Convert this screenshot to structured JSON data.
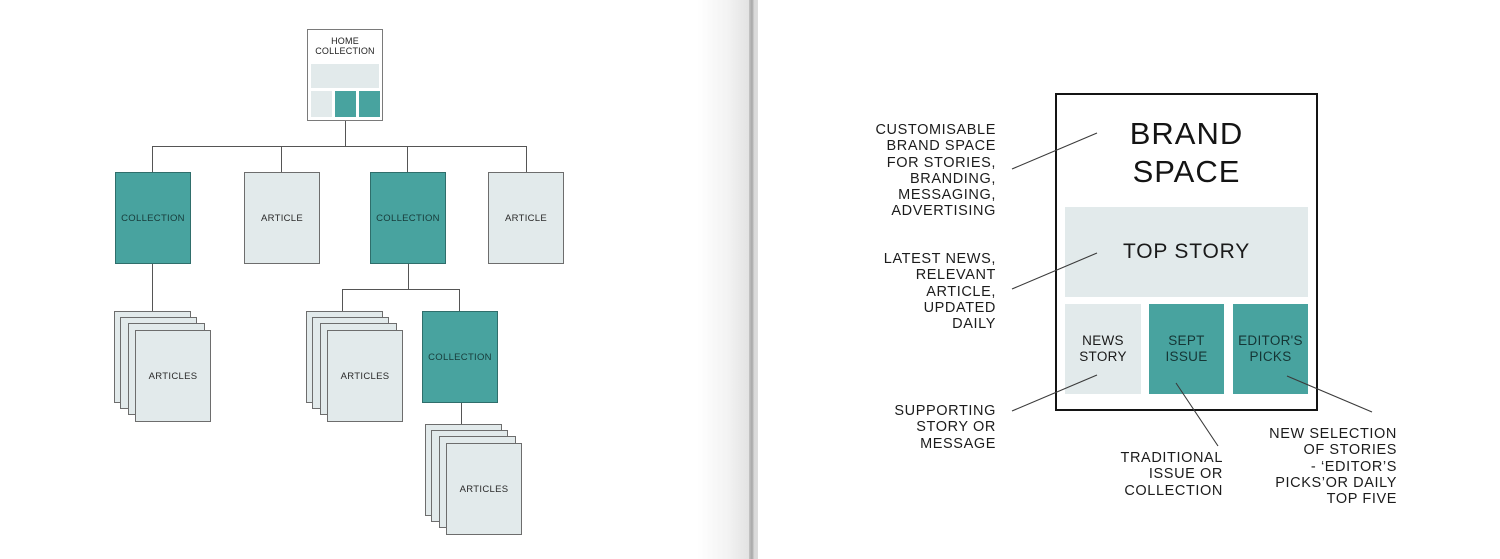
{
  "colors": {
    "teal": "#48a39f",
    "light": "#e2eaeb",
    "line": "#555555",
    "frame": "#141414"
  },
  "sitemap": {
    "home": {
      "title_line1": "HOME",
      "title_line2": "COLLECTION"
    },
    "level1": [
      {
        "type": "collection",
        "label": "COLLECTION"
      },
      {
        "type": "article",
        "label": "ARTICLE"
      },
      {
        "type": "collection",
        "label": "COLLECTION"
      },
      {
        "type": "article",
        "label": "ARTICLE"
      }
    ],
    "level2": [
      {
        "type": "articles-stack",
        "label": "ARTICLES"
      },
      {
        "type": "articles-stack",
        "label": "ARTICLES"
      },
      {
        "type": "collection",
        "label": "COLLECTION"
      }
    ],
    "level3": [
      {
        "type": "articles-stack",
        "label": "ARTICLES"
      }
    ]
  },
  "layout_page": {
    "brand_space": "BRAND\nSPACE",
    "top_story": "TOP STORY",
    "tiles": [
      {
        "label": "NEWS\nSTORY",
        "style": "light"
      },
      {
        "label": "SEPT\nISSUE",
        "style": "teal"
      },
      {
        "label": "EDITOR'S\nPICKS",
        "style": "teal"
      }
    ],
    "annotations": {
      "brand": "CUSTOMISABLE\nBRAND SPACE\nFOR STORIES,\nBRANDING,\nMESSAGING,\nADVERTISING",
      "top_story": "LATEST NEWS,\nRELEVANT\nARTICLE,\nUPDATED\nDAILY",
      "news_story": "SUPPORTING\nSTORY OR\nMESSAGE",
      "sept_issue": "TRADITIONAL\nISSUE OR\nCOLLECTION",
      "editors_picks": "NEW SELECTION\nOF STORIES\n- ‘EDITOR’S\nPICKS’OR DAILY\nTOP FIVE"
    }
  }
}
